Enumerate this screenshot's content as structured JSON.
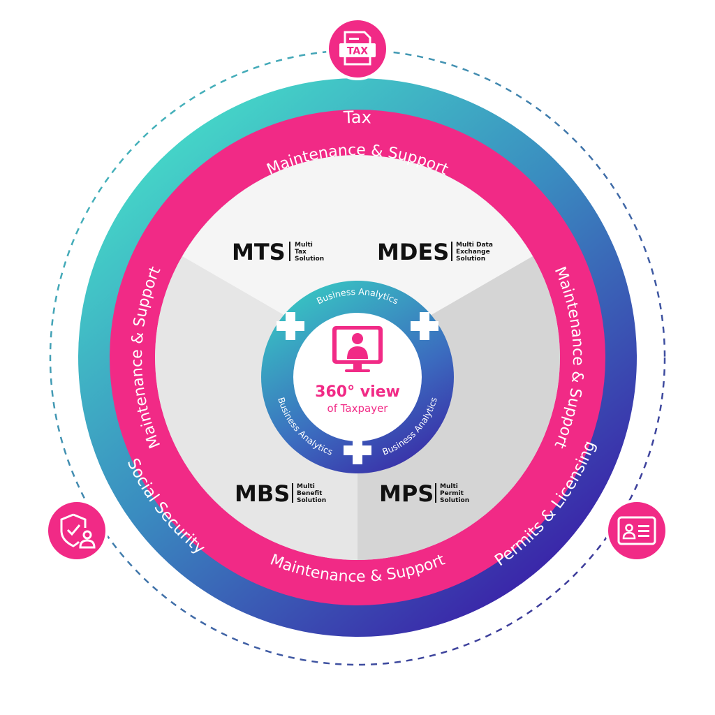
{
  "outer_ring": {
    "tax": "Tax",
    "social_security": "Social Security",
    "permits_licensing": "Permits & Licensing"
  },
  "support_ring": {
    "top": "Maintenance & Support",
    "left": "Maintenance & Support",
    "right": "Maintenance & Support",
    "bottom": "Maintenance & Support"
  },
  "products": {
    "mts": {
      "abbr": "MTS",
      "line1": "Multi",
      "line2": "Tax",
      "line3": "Solution"
    },
    "mdes": {
      "abbr": "MDES",
      "line1": "Multi Data",
      "line2": "Exchange",
      "line3": "Solution"
    },
    "mbs": {
      "abbr": "MBS",
      "line1": "Multi",
      "line2": "Benefit",
      "line3": "Solution"
    },
    "mps": {
      "abbr": "MPS",
      "line1": "Multi",
      "line2": "Permit",
      "line3": "Solution"
    }
  },
  "analytics_ring": {
    "top": "Business Analytics",
    "left": "Business Analytics",
    "right": "Business Analytics"
  },
  "center": {
    "headline": "360° view",
    "subline": "of Taxpayer"
  },
  "icons": {
    "tax_badge": "TAX",
    "tax_icon": "tax-document-icon",
    "social_icon": "shield-user-icon",
    "permit_icon": "id-card-icon",
    "center_icon": "monitor-user-icon"
  },
  "colors": {
    "pink": "#f12a86",
    "teal": "#43d3c7",
    "purple": "#3a1fa4",
    "gray_light": "#f4f4f4",
    "gray_mid": "#e6e6e6",
    "gray_dark": "#d4d4d4",
    "dashed_teal": "#43c5c0",
    "dashed_purple": "#3b2a9a"
  }
}
